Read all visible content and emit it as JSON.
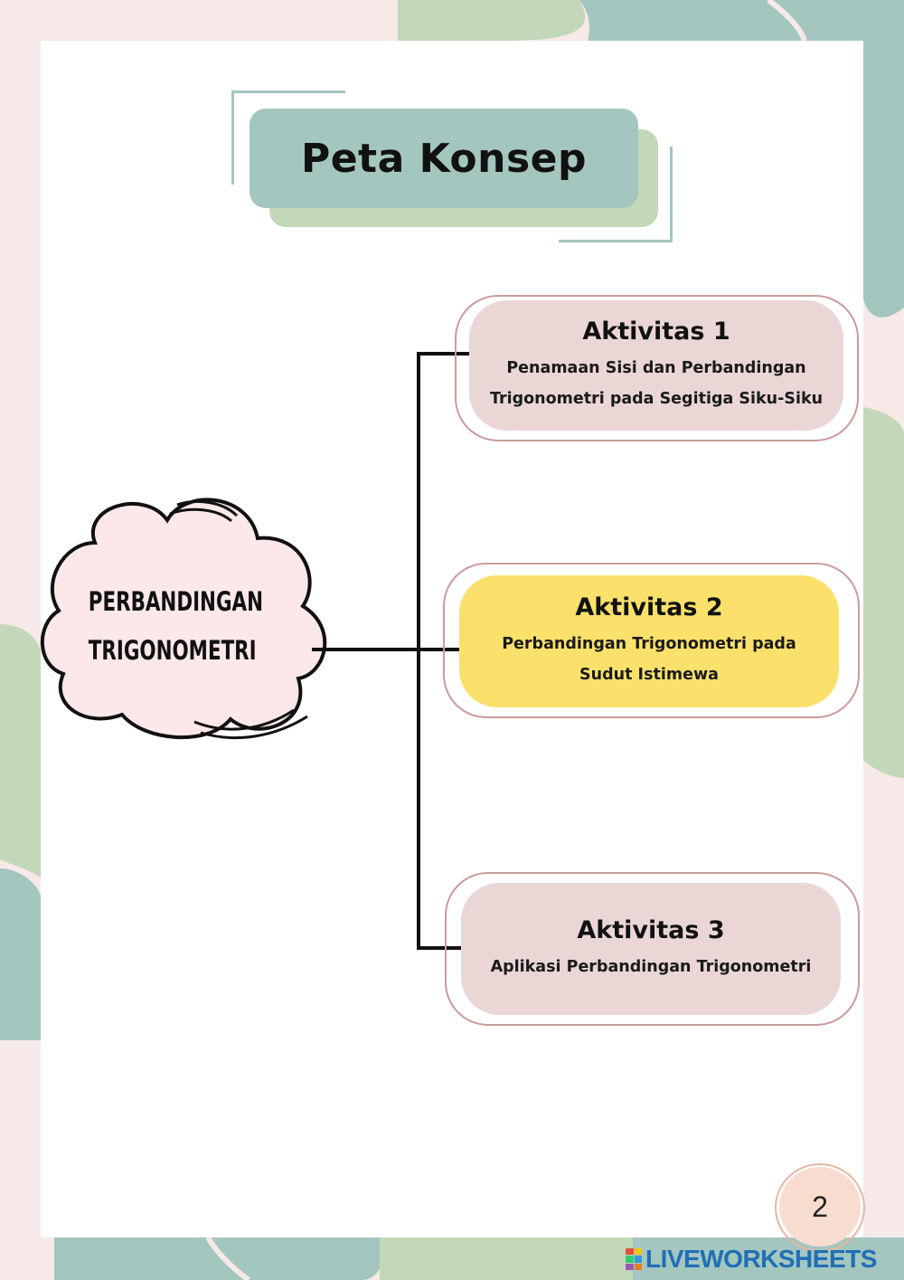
{
  "title": "Peta Konsep",
  "central_concept": {
    "line1": "PERBANDINGAN",
    "line2": "TRIGONOMETRI"
  },
  "activities": [
    {
      "heading": "Aktivitas 1",
      "description": "Penamaan Sisi dan Perbandingan\nTrigonometri pada Segitiga Siku-Siku",
      "color": "#ebd6d6"
    },
    {
      "heading": "Aktivitas 2",
      "description": "Perbandingan Trigonometri pada\nSudut Istimewa",
      "color": "#fbe16b"
    },
    {
      "heading": "Aktivitas 3",
      "description": "Aplikasi Perbandingan Trigonometri",
      "color": "#ebd6d6"
    }
  ],
  "page_number": "2",
  "watermark": "LIVEWORKSHEETS",
  "colors": {
    "sage": "#a3c6bf",
    "green": "#c3d8b8",
    "pink": "#ebd6d6",
    "yellow": "#fbe16b",
    "cloud": "#fce8e8"
  }
}
